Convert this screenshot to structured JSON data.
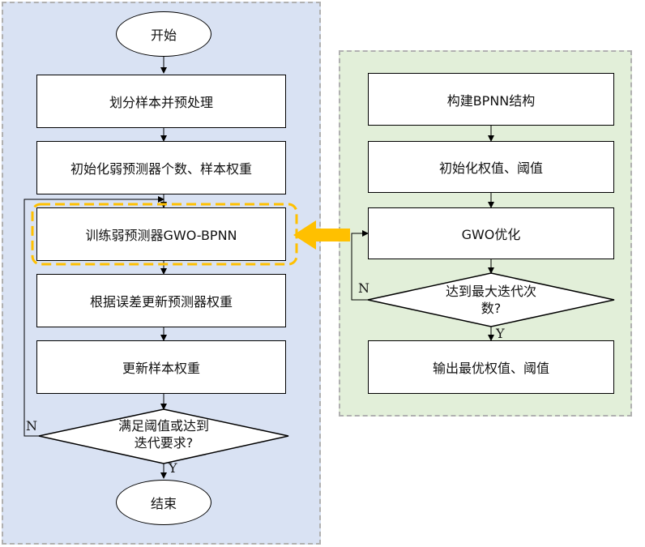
{
  "left": {
    "start": "开始",
    "step1": "划分样本并预处理",
    "step2": "初始化弱预测器个数、样本权重",
    "step3": "训练弱预测器GWO-BPNN",
    "step4": "根据误差更新预测器权重",
    "step5": "更新样本权重",
    "decision_line1": "满足阈值或达到",
    "decision_line2": "迭代要求?",
    "end": "结束",
    "no_label": "N",
    "yes_label": "Y"
  },
  "right": {
    "step1": "构建BPNN结构",
    "step2": "初始化权值、阈值",
    "step3": "GWO优化",
    "decision_line1": "达到最大迭代次",
    "decision_line2": "数?",
    "step4": "输出最优权值、阈值",
    "no_label": "N",
    "yes_label": "Y"
  },
  "colors": {
    "left_panel": "#d9e2f3",
    "right_panel": "#e2efd9",
    "highlight": "#ffc000"
  }
}
